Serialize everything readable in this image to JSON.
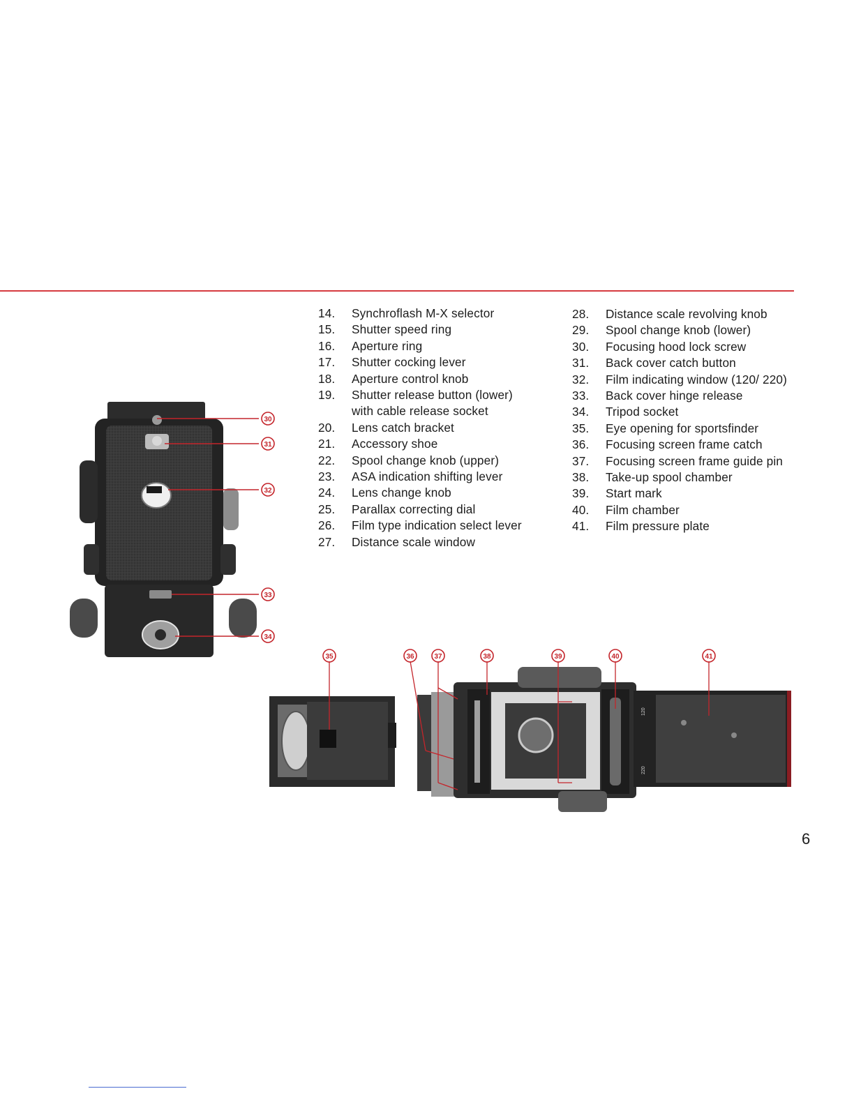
{
  "legend_left": [
    {
      "num": "14.",
      "text": "Synchroflash M-X selector"
    },
    {
      "num": "15.",
      "text": "Shutter speed ring"
    },
    {
      "num": "16.",
      "text": "Aperture ring"
    },
    {
      "num": "17.",
      "text": "Shutter cocking lever"
    },
    {
      "num": "18.",
      "text": "Aperture control knob"
    },
    {
      "num": "19.",
      "text": "Shutter release button (lower)",
      "text2": "with cable release socket"
    },
    {
      "num": "20.",
      "text": "Lens catch bracket"
    },
    {
      "num": "21.",
      "text": "Accessory shoe"
    },
    {
      "num": "22.",
      "text": "Spool change knob (upper)"
    },
    {
      "num": "23.",
      "text": "ASA indication shifting lever"
    },
    {
      "num": "24.",
      "text": "Lens change knob"
    },
    {
      "num": "25.",
      "text": "Parallax correcting dial"
    },
    {
      "num": "26.",
      "text": "Film type indication select lever"
    },
    {
      "num": "27.",
      "text": "Distance scale window"
    }
  ],
  "legend_right": [
    {
      "num": "28.",
      "text": "Distance scale revolving knob"
    },
    {
      "num": "29.",
      "text": "Spool change knob (lower)"
    },
    {
      "num": "30.",
      "text": "Focusing hood lock screw"
    },
    {
      "num": "31.",
      "text": "Back cover catch button"
    },
    {
      "num": "32.",
      "text": "Film indicating window (120/ 220)"
    },
    {
      "num": "33.",
      "text": "Back cover hinge release"
    },
    {
      "num": "34.",
      "text": "Tripod socket"
    },
    {
      "num": "35.",
      "text": "Eye opening for sportsfinder"
    },
    {
      "num": "36.",
      "text": "Focusing screen frame catch"
    },
    {
      "num": "37.",
      "text": "Focusing screen frame guide pin"
    },
    {
      "num": "38.",
      "text": "Take-up spool chamber"
    },
    {
      "num": "39.",
      "text": "Start mark"
    },
    {
      "num": "40.",
      "text": "Film chamber"
    },
    {
      "num": "41.",
      "text": "Film pressure plate"
    }
  ],
  "callouts_back": [
    "30",
    "31",
    "32",
    "33",
    "34"
  ],
  "callouts_open": [
    "35",
    "36",
    "37",
    "38",
    "39",
    "40",
    "41"
  ],
  "film_marks": {
    "upper": "120",
    "lower": "220"
  },
  "page_number": "6",
  "colors": {
    "accent_red": "#d63a3f",
    "ink": "#1c1c1c"
  }
}
